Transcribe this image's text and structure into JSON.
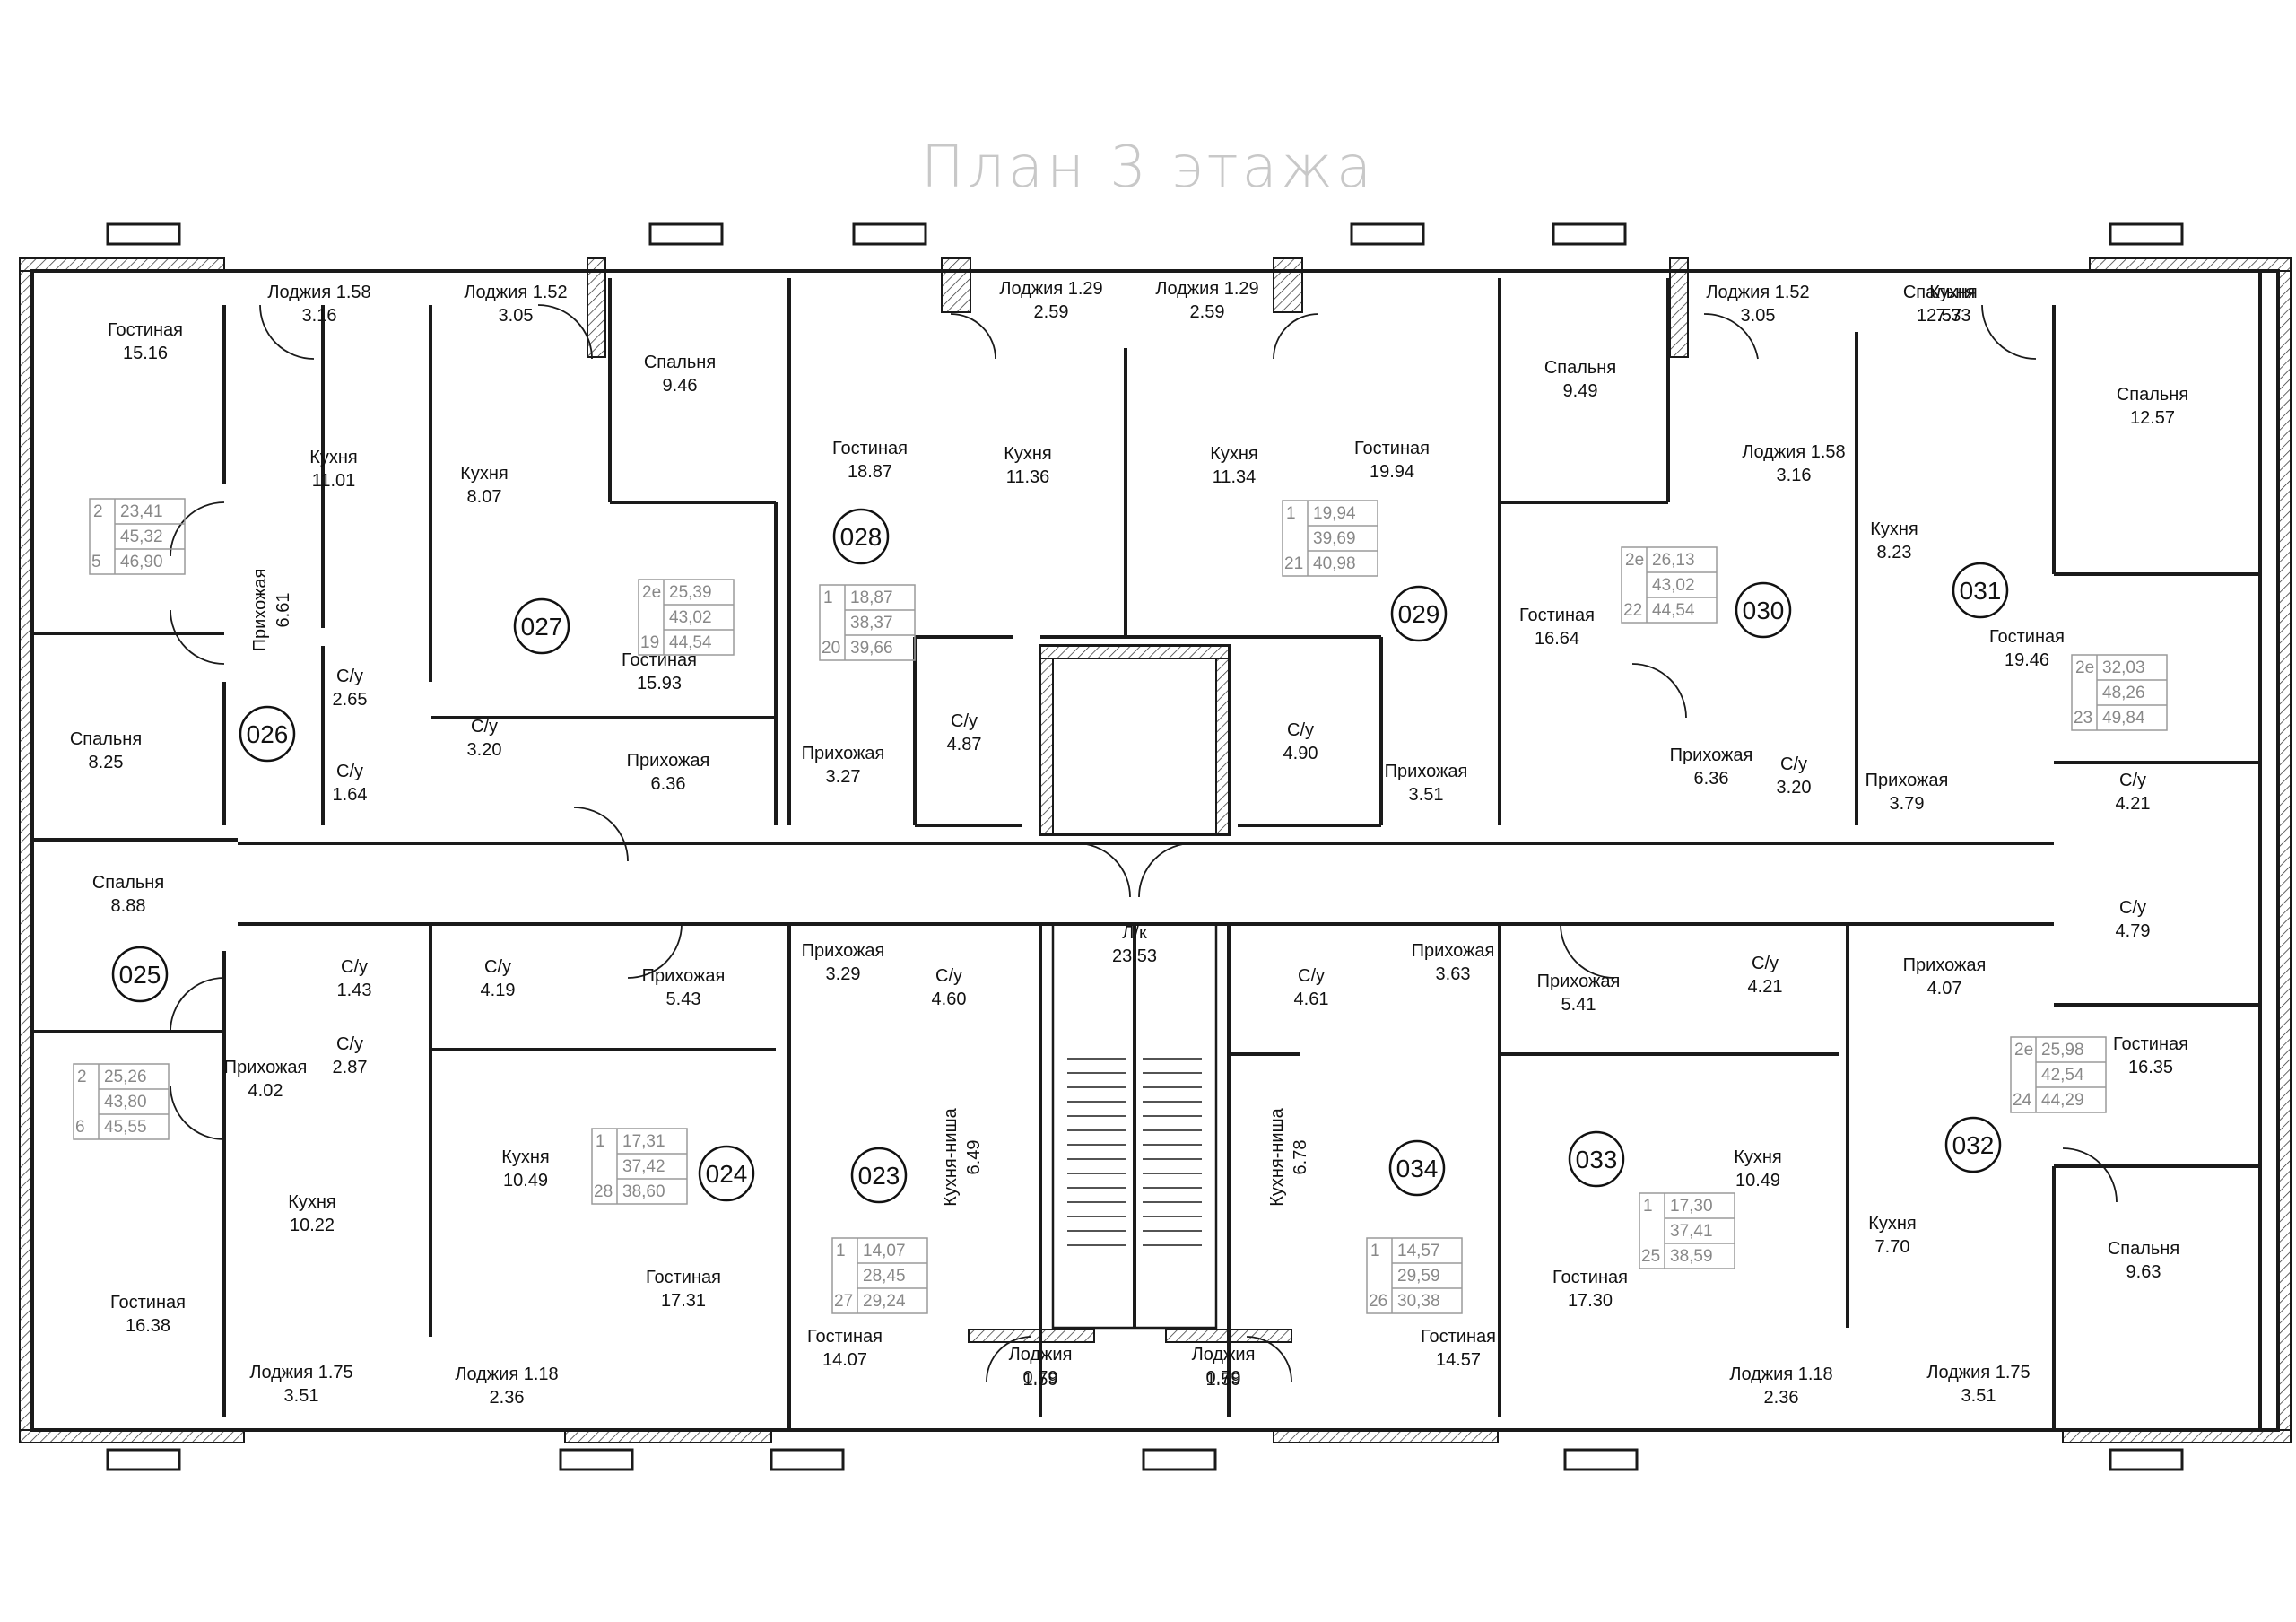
{
  "title": "План 3 этажа",
  "rooms": [
    {
      "id": "r1",
      "name": "Гостиная",
      "area": "15.16"
    },
    {
      "id": "r2",
      "name": "Лоджия 1.58",
      "area": "3.16"
    },
    {
      "id": "r3",
      "name": "Лоджия 1.52",
      "area": "3.05"
    },
    {
      "id": "r4",
      "name": "Кухня",
      "area": "11.01"
    },
    {
      "id": "r5",
      "name": "Кухня",
      "area": "8.07"
    },
    {
      "id": "r6",
      "name": "Спальня",
      "area": "9.46"
    },
    {
      "id": "r7",
      "name": "Гостиная",
      "area": "18.87"
    },
    {
      "id": "r8",
      "name": "Кухня",
      "area": "11.36"
    },
    {
      "id": "r9",
      "name": "Лоджия 1.29",
      "area": "2.59"
    },
    {
      "id": "r10",
      "name": "Лоджия 1.29",
      "area": "2.59"
    },
    {
      "id": "r11",
      "name": "Кухня",
      "area": "11.34"
    },
    {
      "id": "r12",
      "name": "Гостиная",
      "area": "19.94"
    },
    {
      "id": "r13",
      "name": "Спальня",
      "area": "9.49"
    },
    {
      "id": "r14",
      "name": "Лоджия 1.52",
      "area": "3.05"
    },
    {
      "id": "r15",
      "name": "Кухня",
      "area": "7.33"
    },
    {
      "id": "r16",
      "name": "Лоджия 1.58",
      "area": "3.16"
    },
    {
      "id": "r17",
      "name": "Спальня",
      "area": "12.57"
    },
    {
      "id": "r18",
      "name": "Кухня",
      "area": "8.23"
    },
    {
      "id": "r19",
      "name": "Гостиная",
      "area": "19.46"
    },
    {
      "id": "r20",
      "name": "Прихожая",
      "area": "6.61"
    },
    {
      "id": "r21",
      "name": "С/у",
      "area": "2.65"
    },
    {
      "id": "r22",
      "name": "С/у",
      "area": "1.64"
    },
    {
      "id": "r23",
      "name": "Спальня",
      "area": "8.25"
    },
    {
      "id": "r24",
      "name": "С/у",
      "area": "3.20"
    },
    {
      "id": "r25",
      "name": "Гостиная",
      "area": "15.93"
    },
    {
      "id": "r26",
      "name": "Прихожая",
      "area": "6.36"
    },
    {
      "id": "r27",
      "name": "Прихожая",
      "area": "3.27"
    },
    {
      "id": "r28",
      "name": "С/у",
      "area": "4.87"
    },
    {
      "id": "r29",
      "name": "С/у",
      "area": "4.90"
    },
    {
      "id": "r30",
      "name": "Прихожая",
      "area": "3.51"
    },
    {
      "id": "r31",
      "name": "Гостиная",
      "area": "16.64"
    },
    {
      "id": "r32",
      "name": "Прихожая",
      "area": "6.36"
    },
    {
      "id": "r33",
      "name": "С/у",
      "area": "3.20"
    },
    {
      "id": "r34",
      "name": "Прихожая",
      "area": "3.79"
    },
    {
      "id": "r35",
      "name": "С/у",
      "area": "4.21"
    },
    {
      "id": "r36",
      "name": "Спальня",
      "area": "8.88"
    },
    {
      "id": "r37",
      "name": "С/у",
      "area": "1.43"
    },
    {
      "id": "r38",
      "name": "С/у",
      "area": "4.19"
    },
    {
      "id": "r39",
      "name": "Прихожая",
      "area": "5.43"
    },
    {
      "id": "r40",
      "name": "Прихожая",
      "area": "3.29"
    },
    {
      "id": "r41",
      "name": "С/у",
      "area": "4.60"
    },
    {
      "id": "r42",
      "name": "Л/к",
      "area": "23.53"
    },
    {
      "id": "r43",
      "name": "С/у",
      "area": "4.61"
    },
    {
      "id": "r44",
      "name": "Прихожая",
      "area": "3.63"
    },
    {
      "id": "r45",
      "name": "Прихожая",
      "area": "5.41"
    },
    {
      "id": "r46",
      "name": "С/у",
      "area": "4.21"
    },
    {
      "id": "r47",
      "name": "Прихожая",
      "area": "4.07"
    },
    {
      "id": "r48",
      "name": "С/у",
      "area": "4.79"
    },
    {
      "id": "r49",
      "name": "Прихожая",
      "area": "4.02"
    },
    {
      "id": "r50",
      "name": "С/у",
      "area": "2.87"
    },
    {
      "id": "r51",
      "name": "Кухня",
      "area": "10.22"
    },
    {
      "id": "r52",
      "name": "Кухня",
      "area": "10.49"
    },
    {
      "id": "r53",
      "name": "Гостиная",
      "area": "17.31"
    },
    {
      "id": "r54",
      "name": "Кухня-ниша",
      "area": "6.49"
    },
    {
      "id": "r55",
      "name": "Гостиная",
      "area": "14.07"
    },
    {
      "id": "r56",
      "name": "Кухня-ниша",
      "area": "6.78"
    },
    {
      "id": "r57",
      "name": "Гостиная",
      "area": "14.57"
    },
    {
      "id": "r58",
      "name": "Гостиная",
      "area": "17.30"
    },
    {
      "id": "r59",
      "name": "Кухня",
      "area": "10.49"
    },
    {
      "id": "r60",
      "name": "Кухня",
      "area": "7.70"
    },
    {
      "id": "r61",
      "name": "Гостиная",
      "area": "16.35"
    },
    {
      "id": "r62",
      "name": "Спальня",
      "area": "9.63"
    },
    {
      "id": "r63",
      "name": "Гостиная",
      "area": "16.38"
    },
    {
      "id": "r64",
      "name": "Лоджия 1.75",
      "area": "3.51"
    },
    {
      "id": "r65",
      "name": "Лоджия 1.18",
      "area": "2.36"
    },
    {
      "id": "r66",
      "name": "Лоджия",
      "area": "0.79"
    },
    {
      "id": "r66b",
      "name": "",
      "area": "1.59"
    },
    {
      "id": "r67",
      "name": "Лоджия",
      "area": "0.79"
    },
    {
      "id": "r67b",
      "name": "",
      "area": "1.59"
    },
    {
      "id": "r68",
      "name": "Лоджия 1.18",
      "area": "2.36"
    },
    {
      "id": "r69",
      "name": "Лоджия 1.75",
      "area": "3.51"
    }
  ],
  "apartments": [
    {
      "id": "a026",
      "number": "026",
      "rooms": "2",
      "living": "23,41",
      "total": "45,32",
      "index": "5",
      "total_full": "46,90"
    },
    {
      "id": "a027",
      "number": "027",
      "rooms": "2е",
      "living": "25,39",
      "total": "43,02",
      "index": "19",
      "total_full": "44,54"
    },
    {
      "id": "a028",
      "number": "028",
      "rooms": "1",
      "living": "18,87",
      "total": "38,37",
      "index": "20",
      "total_full": "39,66"
    },
    {
      "id": "a029",
      "number": "029",
      "rooms": "1",
      "living": "19,94",
      "total": "39,69",
      "index": "21",
      "total_full": "40,98"
    },
    {
      "id": "a030",
      "number": "030",
      "rooms": "2е",
      "living": "26,13",
      "total": "43,02",
      "index": "22",
      "total_full": "44,54"
    },
    {
      "id": "a031",
      "number": "031",
      "rooms": "2е",
      "living": "32,03",
      "total": "48,26",
      "index": "23",
      "total_full": "49,84"
    },
    {
      "id": "a025",
      "number": "025",
      "rooms": "2",
      "living": "25,26",
      "total": "43,80",
      "index": "6",
      "total_full": "45,55"
    },
    {
      "id": "a024",
      "number": "024",
      "rooms": "1",
      "living": "17,31",
      "total": "37,42",
      "index": "28",
      "total_full": "38,60"
    },
    {
      "id": "a023",
      "number": "023",
      "rooms": "1",
      "living": "14,07",
      "total": "28,45",
      "index": "27",
      "total_full": "29,24"
    },
    {
      "id": "a034",
      "number": "034",
      "rooms": "1",
      "living": "14,57",
      "total": "29,59",
      "index": "26",
      "total_full": "30,38"
    },
    {
      "id": "a033",
      "number": "033",
      "rooms": "1",
      "living": "17,30",
      "total": "37,41",
      "index": "25",
      "total_full": "38,59"
    },
    {
      "id": "a032",
      "number": "032",
      "rooms": "2е",
      "living": "25,98",
      "total": "42,54",
      "index": "24",
      "total_full": "44,29"
    }
  ]
}
